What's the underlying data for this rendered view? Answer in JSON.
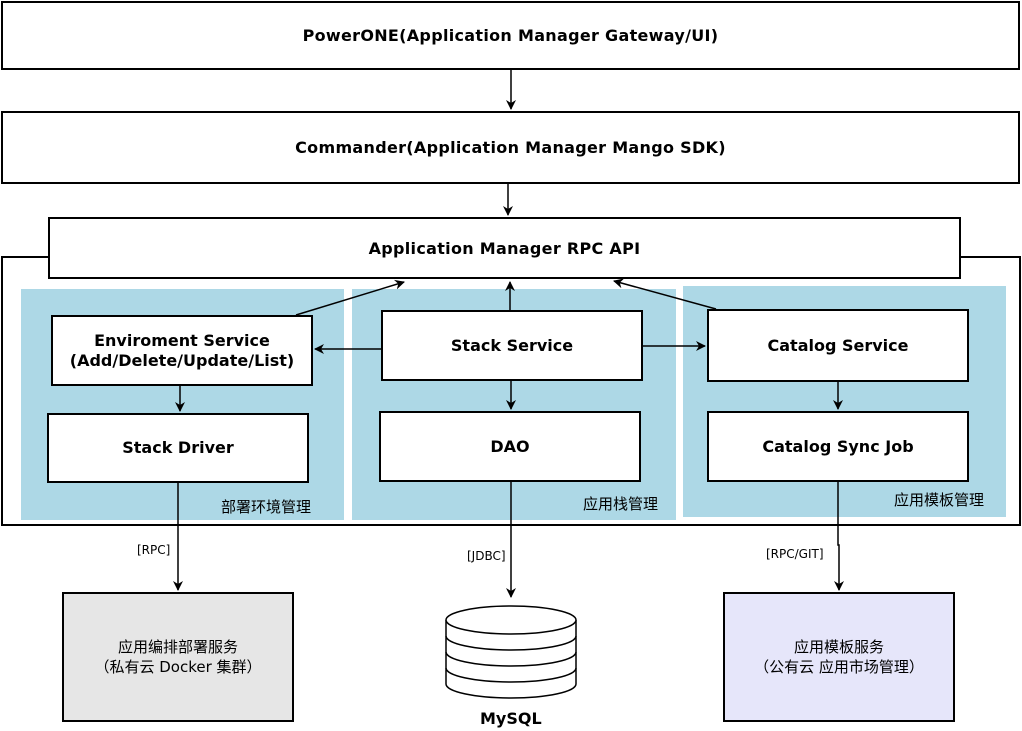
{
  "top": {
    "gateway": "PowerONE(Application Manager Gateway/UI)",
    "commander": "Commander(Application Manager Mango SDK)",
    "rpc_api": "Application Manager RPC API"
  },
  "zones": {
    "env": {
      "label": "部署环境管理",
      "service_line1": "Enviroment Service",
      "service_line2": "(Add/Delete/Update/List)",
      "driver": "Stack Driver"
    },
    "stack": {
      "label": "应用栈管理",
      "service": "Stack Service",
      "dao": "DAO"
    },
    "catalog": {
      "label": "应用模板管理",
      "service": "Catalog Service",
      "sync": "Catalog Sync Job"
    }
  },
  "edges": {
    "rpc": "[RPC]",
    "jdbc": "[JDBC]",
    "rpc_git": "[RPC/GIT]"
  },
  "external": {
    "docker": {
      "line1": "应用编排部署服务",
      "line2": "（私有云 Docker 集群）",
      "fill": "#e6e6e6"
    },
    "mysql": {
      "label": "MySQL"
    },
    "market": {
      "line1": "应用模板服务",
      "line2": "（公有云 应用市场管理）",
      "fill": "#e6e6fa"
    }
  },
  "colors": {
    "zone_fill": "#add8e6",
    "stroke": "#000000"
  }
}
